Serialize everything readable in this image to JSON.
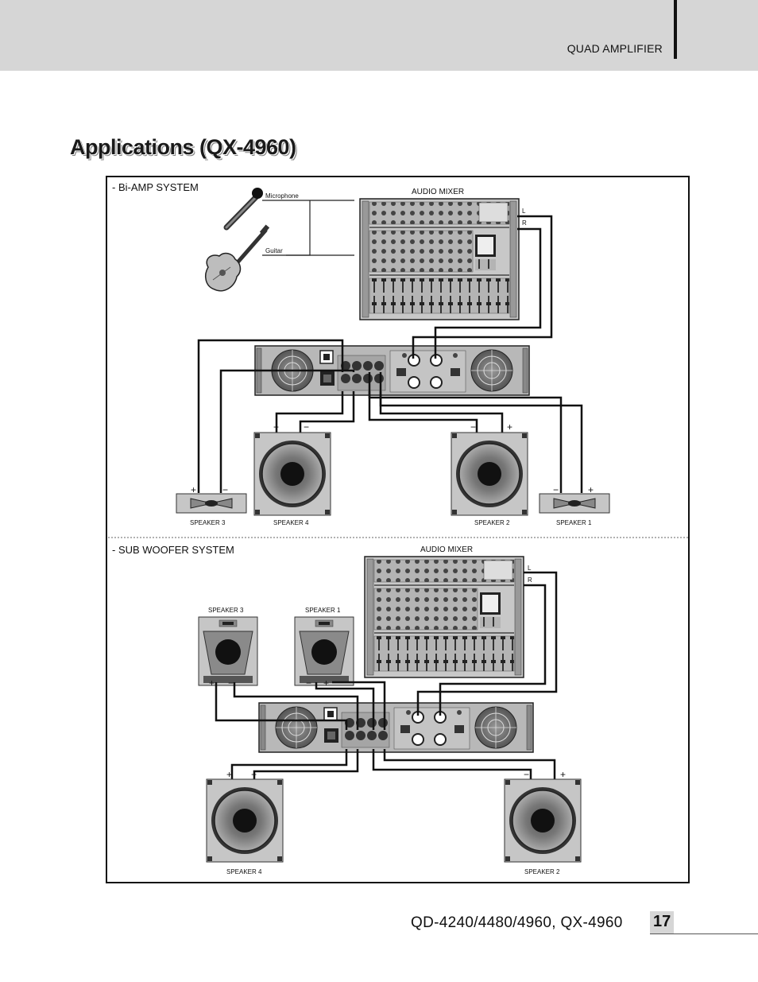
{
  "header": {
    "label": "QUAD AMPLIFIER"
  },
  "title": "Applications (QX-4960)",
  "sections": {
    "biamp": {
      "label": "- Bi-AMP SYSTEM",
      "mixer_label": "AUDIO MIXER",
      "microphone_label": "Microphone",
      "guitar_label": "Guitar",
      "left_channel": "L",
      "right_channel": "R",
      "speaker_3": "SPEAKER 3",
      "speaker_4": "SPEAKER 4",
      "speaker_2": "SPEAKER 2",
      "speaker_1": "SPEAKER 1"
    },
    "sub": {
      "label": "- SUB WOOFER SYSTEM",
      "mixer_label": "AUDIO MIXER",
      "left_channel": "L",
      "right_channel": "R",
      "speaker_3": "SPEAKER 3",
      "speaker_1": "SPEAKER 1",
      "speaker_4": "SPEAKER 4",
      "speaker_2": "SPEAKER 2"
    }
  },
  "polarity": {
    "plus": "+",
    "minus": "−"
  },
  "footer": {
    "model": "QD-4240/4480/4960, QX-4960",
    "page_number": "17"
  }
}
